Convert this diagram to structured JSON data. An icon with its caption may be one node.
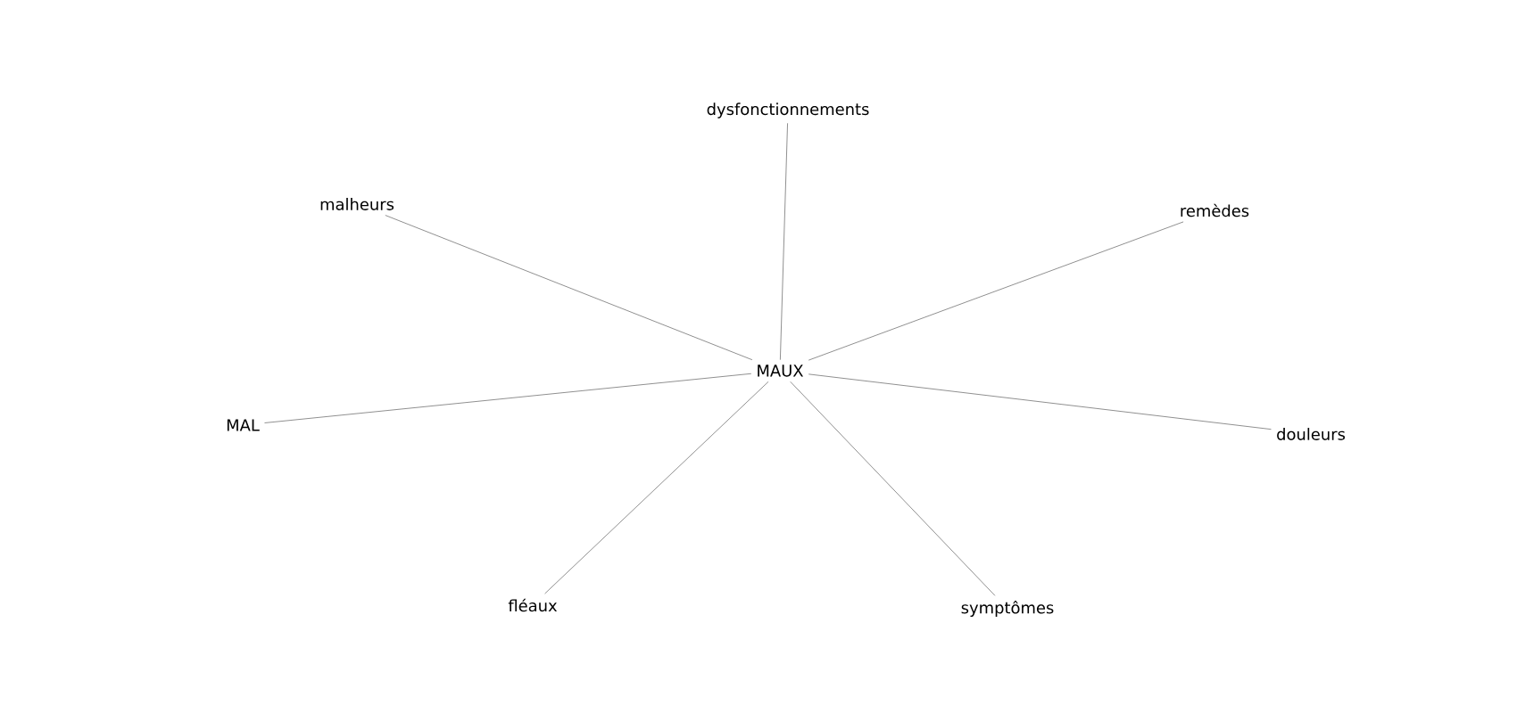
{
  "diagram": {
    "nodes": [
      {
        "text": [
          "dysfonctionnements"
        ]
      },
      {
        "text": [
          "malheurs"
        ]
      },
      {
        "text": [
          "remèdes"
        ]
      },
      {
        "text": [
          "MAUX"
        ]
      },
      {
        "text": [
          "MAL"
        ]
      },
      {
        "text": [
          "douleurs"
        ]
      },
      {
        "text": [
          "fléaux"
        ]
      },
      {
        "text": [
          "symptômes"
        ]
      }
    ],
    "edges": [
      {
        "from": 3,
        "to": 0,
        "arrow": "none"
      },
      {
        "from": 3,
        "to": 1,
        "arrow": "none"
      },
      {
        "from": 3,
        "to": 2,
        "arrow": "none"
      },
      {
        "from": 3,
        "to": 4,
        "arrow": "none"
      },
      {
        "from": 3,
        "to": 5,
        "arrow": "none"
      },
      {
        "from": 3,
        "to": 6,
        "arrow": "none"
      },
      {
        "from": 3,
        "to": 7,
        "arrow": "none"
      }
    ]
  }
}
